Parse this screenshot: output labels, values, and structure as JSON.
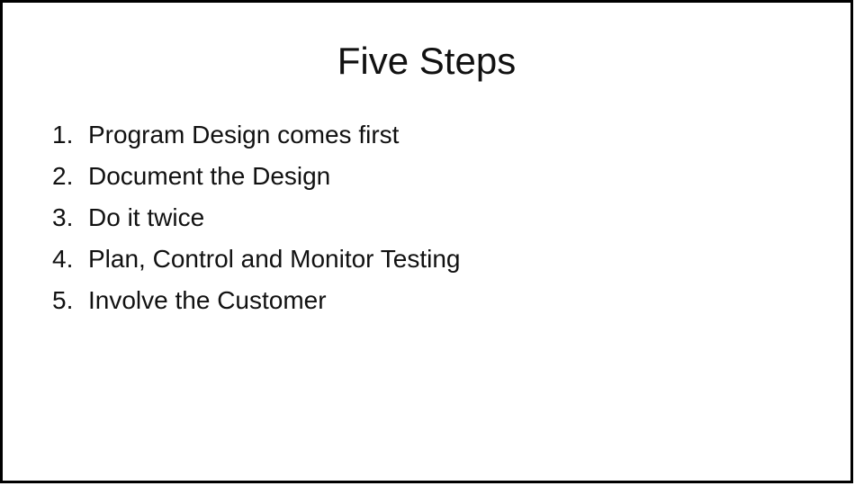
{
  "slide": {
    "title": "Five Steps",
    "steps": [
      {
        "num": "1.",
        "text": "Program Design comes first"
      },
      {
        "num": "2.",
        "text": "Document the Design"
      },
      {
        "num": "3.",
        "text": "Do it twice"
      },
      {
        "num": "4.",
        "text": "Plan, Control and Monitor Testing"
      },
      {
        "num": "5.",
        "text": "Involve the Customer"
      }
    ],
    "colors": {
      "background": "#ffffff",
      "border": "#000000",
      "text": "#111111"
    }
  }
}
